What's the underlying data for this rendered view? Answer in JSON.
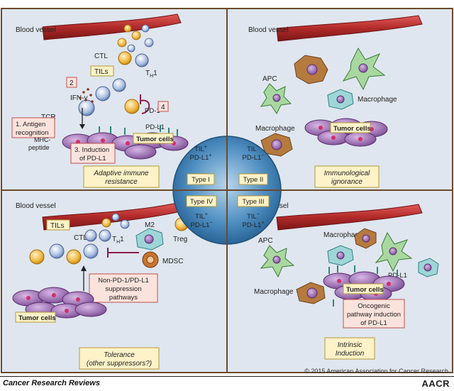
{
  "quadrants": {
    "top_left": {
      "blood_vessel": "Blood vessel",
      "ctl": "CTL",
      "tils": "TILs",
      "th1_main": "T",
      "th1_sub": "H",
      "th1_tail": "1",
      "ifn": "IFN-γ",
      "tcr": "TCR",
      "pd1": "PD-1",
      "pdl1": "PD-L1",
      "mhc": "MHC-",
      "peptide": "peptide",
      "step1_a": "1. Antigen",
      "step1_b": "recognition",
      "step2": "2",
      "step3_a": "3. Induction",
      "step3_b": "of PD-L1",
      "step4": "4",
      "tumor": "Tumor cells",
      "caption_a": "Adaptive immune",
      "caption_b": "resistance"
    },
    "top_right": {
      "blood_vessel": "Blood vessel",
      "apc": "APC",
      "macrophage_1": "Macrophage",
      "macrophage_2": "Macrophage",
      "tumor": "Tumor cells",
      "caption_a": "Immunological",
      "caption_b": "ignorance"
    },
    "bottom_left": {
      "blood_vessel": "Blood vessel",
      "tils": "TILs",
      "ctl": "CTL",
      "th1_main": "T",
      "th1_sub": "H",
      "th1_tail": "1",
      "m2": "M2",
      "treg": "Treg",
      "mdsc": "MDSC",
      "pathway_a": "Non-PD-1/PD-L1",
      "pathway_b": "suppression",
      "pathway_c": "pathways",
      "tumor": "Tumor cells",
      "caption_a": "Tolerance",
      "caption_b": "(other suppressors?)"
    },
    "bottom_right": {
      "blood_vessel": "Blood vessel",
      "apc": "APC",
      "macrophage_1": "Macrophage",
      "macrophage_2": "Macrophage",
      "pdl1": "PD-L1",
      "tumor": "Tumor cells",
      "onco_a": "Oncogenic",
      "onco_b": "pathway induction",
      "onco_c": "of PD-L1",
      "caption_a": "Intrinsic",
      "caption_b": "Induction"
    }
  },
  "center": {
    "type1": "Type I",
    "type2": "Type II",
    "type3": "Type III",
    "type4": "Type IV",
    "til": "TIL",
    "pdl1": "PD-L1",
    "plus": "+",
    "minus": "−"
  },
  "copyright": "© 2015 American Association for Cancer Research",
  "journal": "Cancer Research Reviews",
  "publisher_logo": "AACR",
  "colors": {
    "panel_bg": "#dfe6ef",
    "frame": "#6b4a2a",
    "center_circle": "#3f7fb0",
    "label_box": "#fbe3dd",
    "label_border": "#c0504d",
    "caption_box": "#fdf2c8",
    "caption_border": "#b59a3a",
    "tumor_cell": "#8a5aa0",
    "vessel": "#b02a2a"
  }
}
